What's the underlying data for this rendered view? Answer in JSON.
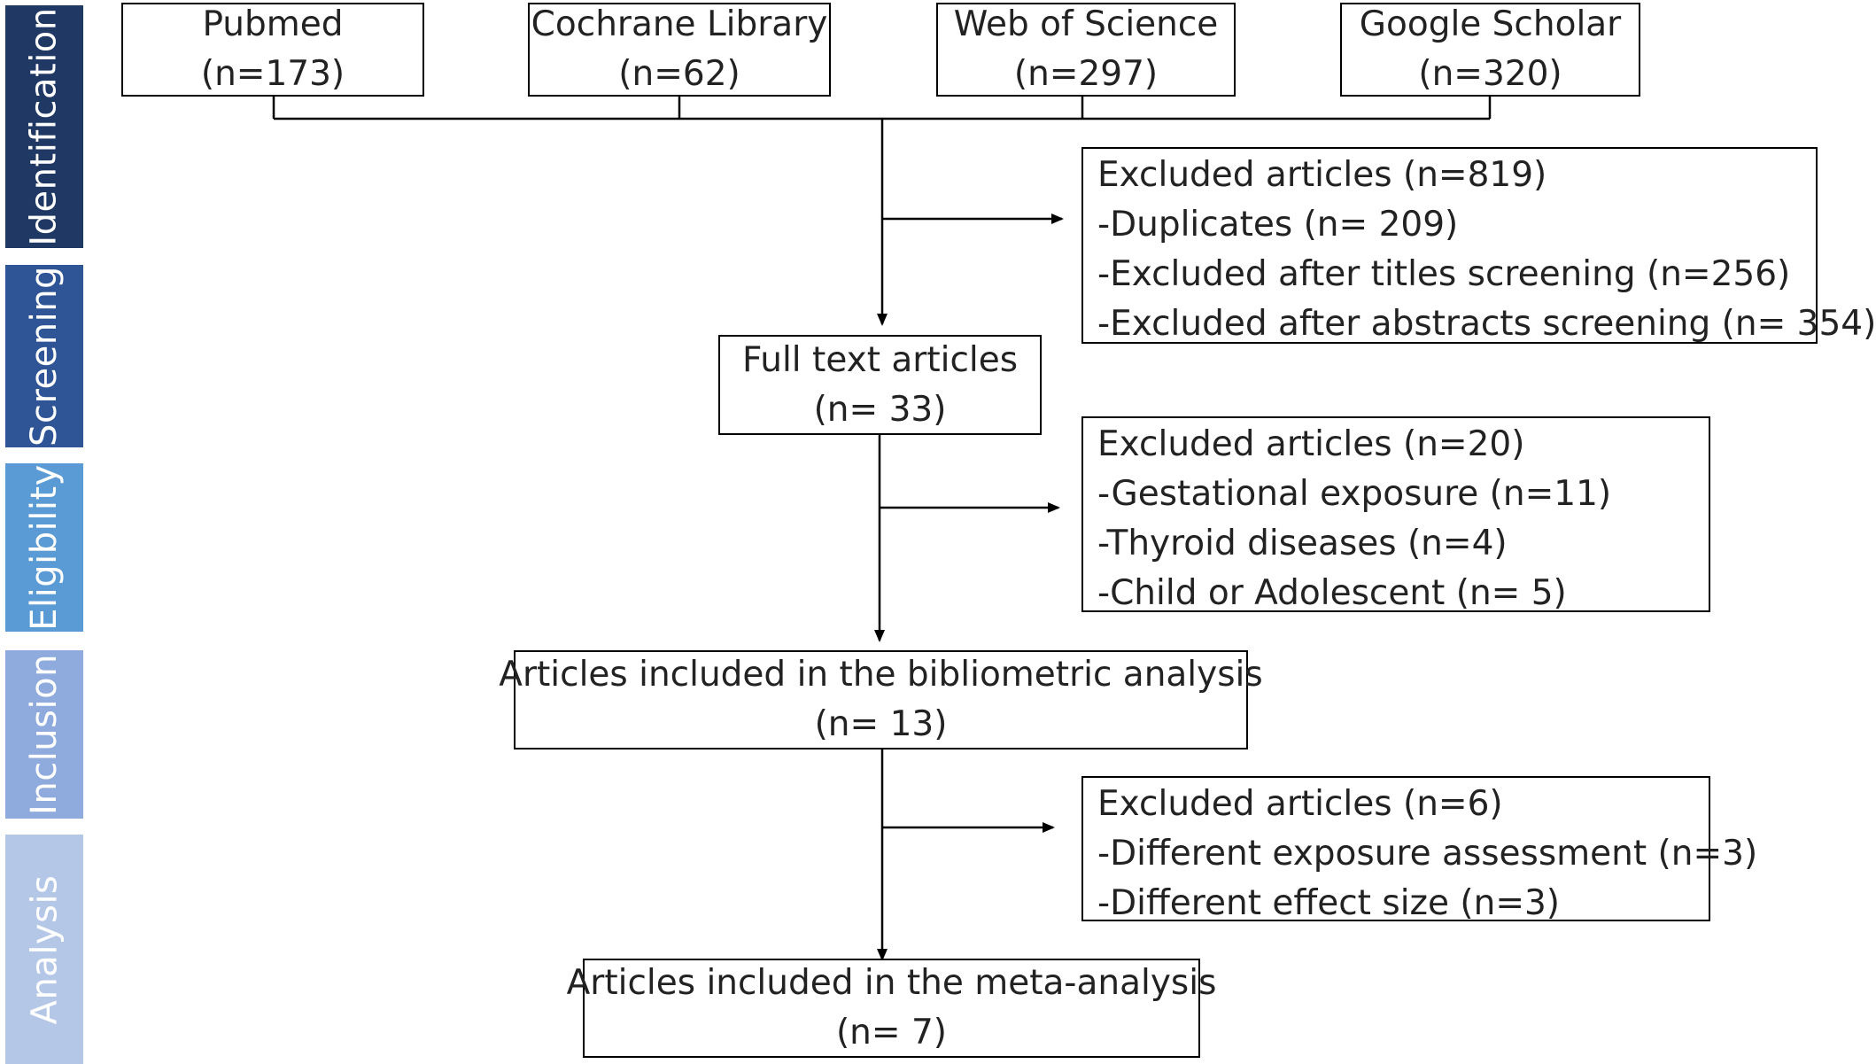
{
  "stages": [
    {
      "label": "Identification",
      "color": "#1f3864"
    },
    {
      "label": "Screening",
      "color": "#2f5597"
    },
    {
      "label": "Eligibility",
      "color": "#5b9bd5"
    },
    {
      "label": "Inclusion",
      "color": "#8faadc"
    },
    {
      "label": "Analysis",
      "color": "#b4c7e7"
    }
  ],
  "sources": [
    {
      "name": "Pubmed",
      "count": "(n=173)"
    },
    {
      "name": "Cochrane Library",
      "count": "(n=62)"
    },
    {
      "name": "Web of Science",
      "count": "(n=297)"
    },
    {
      "name": "Google Scholar",
      "count": "(n=320)"
    }
  ],
  "exclusions": [
    {
      "title": "Excluded articles (n=819)",
      "items": [
        "-Duplicates (n= 209)",
        "-Excluded after titles screening (n=256)",
        "-Excluded after abstracts screening (n= 354)"
      ]
    },
    {
      "title": "Excluded articles (n=20)",
      "items": [
        "-Gestational exposure (n=11)",
        "-Thyroid diseases (n=4)",
        "-Child or Adolescent (n= 5)"
      ]
    },
    {
      "title": "Excluded articles (n=6)",
      "items": [
        "-Different exposure assessment (n=3)",
        "-Different effect size (n=3)"
      ]
    }
  ],
  "flow": [
    {
      "label": "Full text articles",
      "count": "(n= 33)"
    },
    {
      "label": "Articles included in the bibliometric analysis",
      "count": "(n= 13)"
    },
    {
      "label": "Articles included in the meta-analysis",
      "count": "(n= 7)"
    }
  ]
}
